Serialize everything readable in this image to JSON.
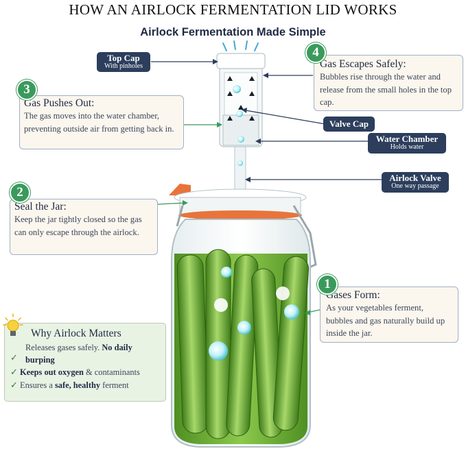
{
  "title": "HOW AN AIRLOCK FERMENTATION LID WORKS",
  "subtitle": "Airlock Fermentation Made Simple",
  "labels": {
    "top_cap": {
      "title": "Top Cap",
      "sub": "With pinholes"
    },
    "valve_cap": {
      "title": "Valve Cap"
    },
    "water_chamber": {
      "title": "Water Chamber",
      "sub": "Holds water"
    },
    "airlock_valve": {
      "title": "Airlock Valve",
      "sub": "One way passage"
    }
  },
  "steps": [
    {
      "number": "1",
      "title": "Gases Form",
      "text": "As your vegetables ferment, bubbles and gas naturally build up inside the jar."
    },
    {
      "number": "2",
      "title": "Seal the Jar",
      "text": "Keep the jar tightly closed so the gas can only escape through the airlock."
    },
    {
      "number": "3",
      "title": "Gas Pushes Out",
      "text": "The gas moves into the water chamber, preventing outside air from getting back in."
    },
    {
      "number": "4",
      "title": "Gas Escapes Safely",
      "text": "Bubbles rise through the water and release from the small holes in the top cap."
    }
  ],
  "why": {
    "title": "Why Airlock Matters",
    "items": [
      {
        "pre": "Releases gases safely. ",
        "bold": "No daily burping",
        "post": ""
      },
      {
        "pre": "",
        "bold": "Keeps out oxygen",
        "post": " & contaminants"
      },
      {
        "pre": "Ensures a ",
        "bold": "safe, healthy",
        "post": " ferment"
      }
    ]
  },
  "colors": {
    "navy": "#2c3e5c",
    "green": "#3a9a5c",
    "orange": "#e8743b",
    "pickle": "#6fb33a"
  },
  "icons": {
    "bulb": "lightbulb-icon",
    "check": "check-icon"
  }
}
